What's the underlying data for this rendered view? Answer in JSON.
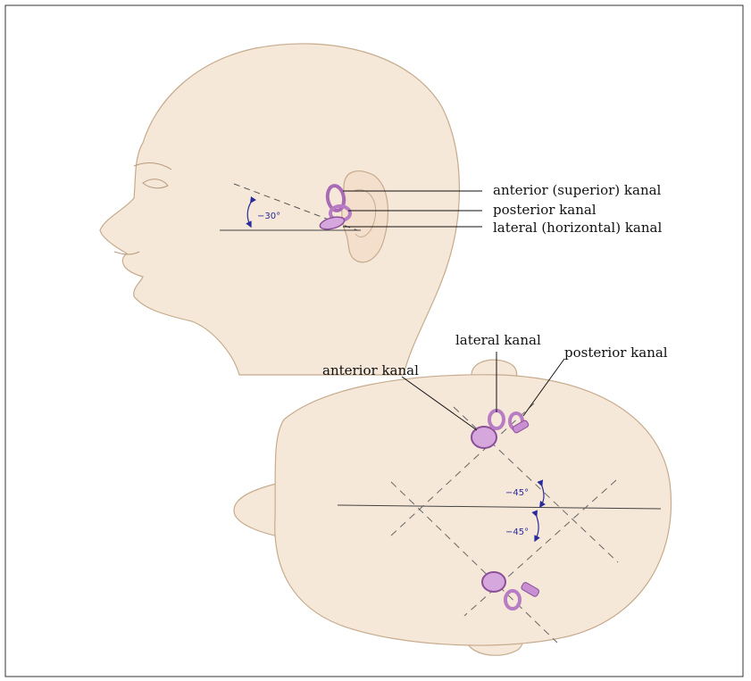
{
  "side_view": {
    "labels": {
      "anterior": "anterior (superior) kanal",
      "posterior": "posterior kanal",
      "lateral": "lateral (horizontal) kanal"
    },
    "angle": "−30°"
  },
  "top_view": {
    "labels": {
      "lateral": "lateral kanal",
      "posterior": "posterior kanal",
      "anterior": "anterior kanal"
    },
    "angle_upper": "−45°",
    "angle_lower": "−45°"
  },
  "colors": {
    "skin": "#f6e8d9",
    "skin_outline": "#c6ab8d",
    "canal": "#c88fd2",
    "canal_dark": "#8a4f98",
    "angle_arrow": "#2a2a9a"
  }
}
